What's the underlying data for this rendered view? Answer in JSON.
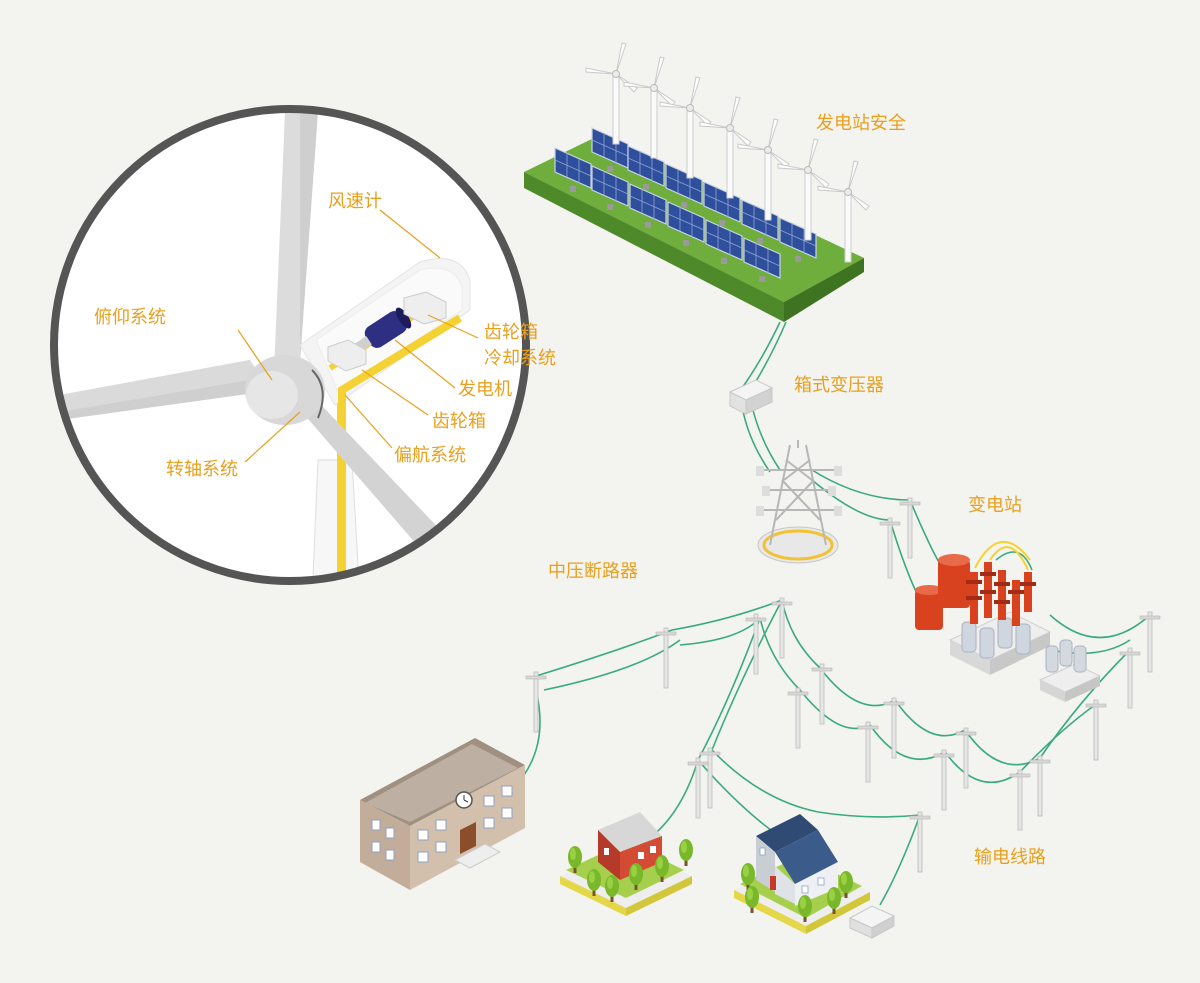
{
  "colors": {
    "background": "#f3f3ef",
    "label": "#e9a01d",
    "wire": "#3aab7e",
    "grass": "#6fae3c",
    "panel": "#2f4f9c",
    "tank": "#d9421f",
    "circle": "#555555",
    "shaft": "#f5d233",
    "generator": "#2e2e83"
  },
  "labels": {
    "anemometer": "风速计",
    "pitch_system": "俯仰系统",
    "gearbox_cooling_1": "齿轮箱",
    "gearbox_cooling_2": "冷却系统",
    "generator": "发电机",
    "gearbox": "齿轮箱",
    "yaw_system": "偏航系统",
    "shaft_system": "转轴系统",
    "plant_safety": "发电站安全",
    "box_transformer": "箱式变压器",
    "substation": "变电站",
    "mv_breaker": "中压断路器",
    "transmission_line": "输电线路"
  }
}
